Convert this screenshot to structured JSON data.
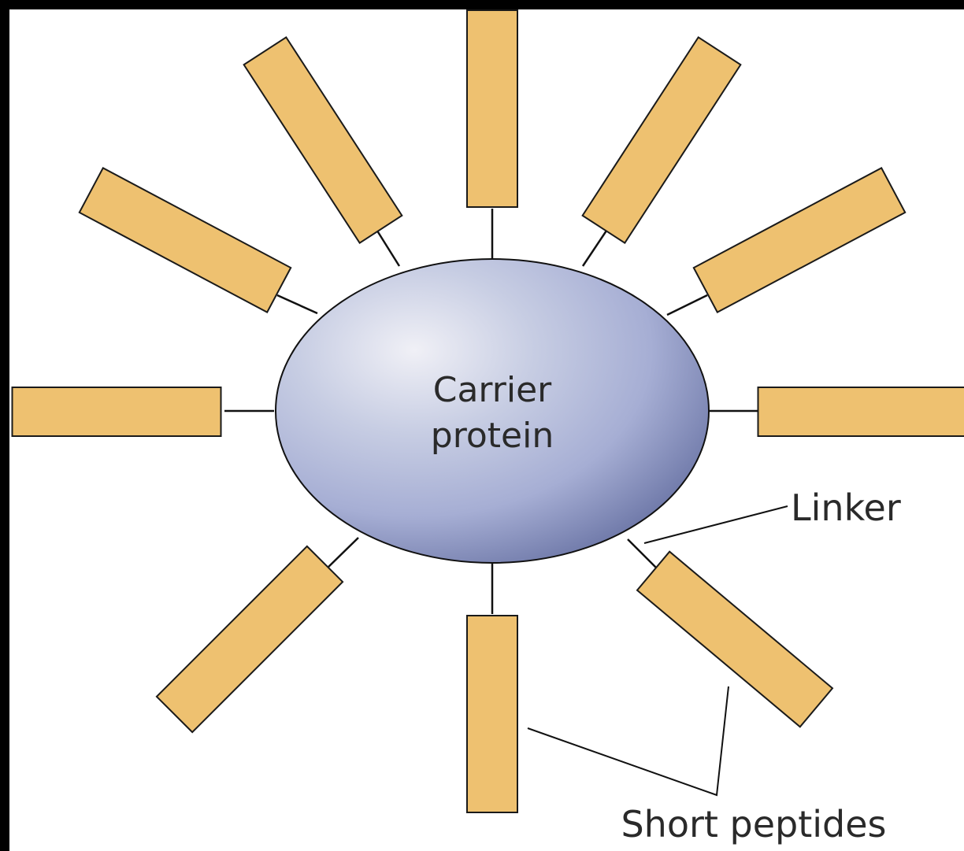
{
  "colors": {
    "frame_background": "#000000",
    "canvas_background": "#ffffff",
    "peptide_fill": "#eec170",
    "carrier_highlight": "#f0f0f6",
    "carrier_mid": "#a6aed4",
    "carrier_edge": "#6e78a8",
    "line_color": "#111111"
  },
  "carrier": {
    "label_line1": "Carrier",
    "label_line2": "protein"
  },
  "callouts": {
    "linker": "Linker",
    "short_peptides": "Short peptides"
  },
  "peptide_count": 10
}
